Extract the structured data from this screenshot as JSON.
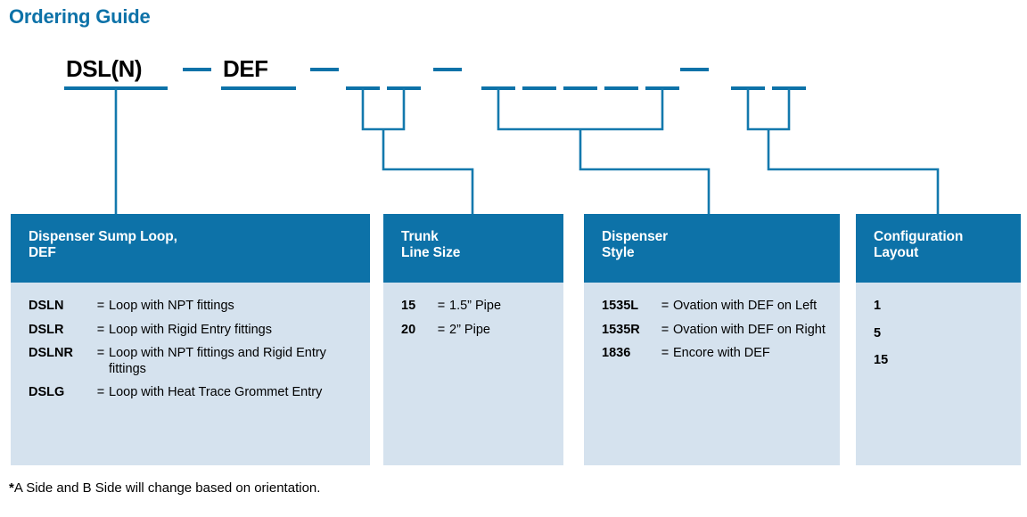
{
  "page": {
    "title": "Ordering Guide",
    "footnote_marker": "*",
    "footnote_text": "A Side and B Side will change based on orientation."
  },
  "theme": {
    "accent_blue": "#0d72a8",
    "panel_light_blue": "#d5e2ee",
    "header_text": "#ffffff",
    "body_text": "#000000",
    "background": "#ffffff"
  },
  "code_line": {
    "tokens": [
      {
        "name": "prefix",
        "text": "DSL(N)"
      },
      {
        "name": "separator-1",
        "text": "—"
      },
      {
        "name": "fluid",
        "text": "DEF"
      },
      {
        "name": "separator-2",
        "text": "—"
      },
      {
        "name": "separator-3",
        "text": "—"
      },
      {
        "name": "separator-4",
        "text": "—"
      }
    ]
  },
  "boxes": [
    {
      "id": "dispenser-sump-loop",
      "header_line1": "Dispenser Sump Loop,",
      "header_line2": "DEF",
      "options": [
        {
          "code": "DSLN",
          "eq": "=",
          "desc": "Loop with NPT fittings"
        },
        {
          "code": "DSLR",
          "eq": "=",
          "desc": "Loop with Rigid Entry fittings"
        },
        {
          "code": "DSLNR",
          "eq": "=",
          "desc": "Loop with NPT fittings and Rigid Entry fittings"
        },
        {
          "code": "DSLG",
          "eq": "=",
          "desc": "Loop with Heat Trace Grommet Entry"
        }
      ]
    },
    {
      "id": "trunk-line-size",
      "header_line1": "Trunk",
      "header_line2": "Line Size",
      "options": [
        {
          "code": "15",
          "eq": "=",
          "desc": "1.5” Pipe"
        },
        {
          "code": "20",
          "eq": "=",
          "desc": "2” Pipe"
        }
      ]
    },
    {
      "id": "dispenser-style",
      "header_line1": "Dispenser",
      "header_line2": "Style",
      "options": [
        {
          "code": "1535L",
          "eq": "=",
          "desc": "Ovation with DEF on Left"
        },
        {
          "code": "1535R",
          "eq": "=",
          "desc": "Ovation with DEF on Right"
        },
        {
          "code": "1836",
          "eq": "=",
          "desc": "Encore with DEF"
        }
      ]
    },
    {
      "id": "configuration-layout",
      "header_line1": "Configuration",
      "header_line2": "Layout",
      "options": [
        {
          "code": "1",
          "eq": "",
          "desc": ""
        },
        {
          "code": "5",
          "eq": "",
          "desc": ""
        },
        {
          "code": "15",
          "eq": "",
          "desc": ""
        }
      ]
    }
  ]
}
